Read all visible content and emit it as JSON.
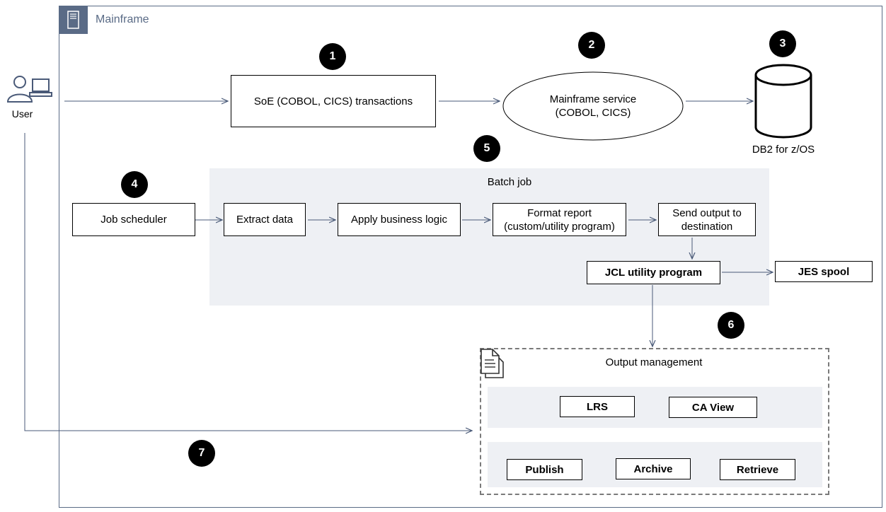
{
  "mainframe": {
    "title": "Mainframe"
  },
  "user": {
    "label": "User"
  },
  "badges": [
    "1",
    "2",
    "3",
    "4",
    "5",
    "6",
    "7"
  ],
  "online": {
    "soe": "SoE (COBOL, CICS) transactions",
    "service_line1": "Mainframe service",
    "service_line2": "(COBOL, CICS)",
    "db": "DB2 for z/OS"
  },
  "batch": {
    "title": "Batch job",
    "scheduler": "Job scheduler",
    "extract": "Extract data",
    "logic": "Apply business logic",
    "format_line1": "Format report",
    "format_line2": "(custom/utility  program)",
    "send_line1": "Send output to",
    "send_line2": "destination",
    "jcl": "JCL utility  program",
    "jes": "JES spool"
  },
  "output": {
    "title": "Output  management",
    "lrs": "LRS",
    "caview": "CA View",
    "publish": "Publish",
    "archive": "Archive",
    "retrieve": "Retrieve"
  }
}
